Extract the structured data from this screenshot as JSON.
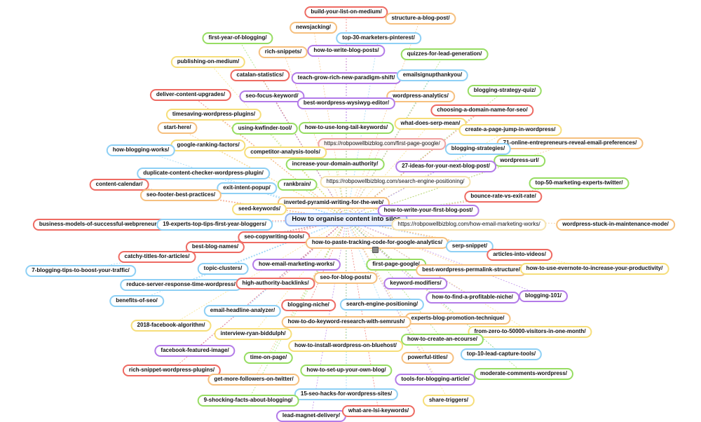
{
  "root": {
    "label": "How to organise content into silos"
  },
  "nodes": [
    {
      "label": "build-your-list-on-medium/",
      "color": "red"
    },
    {
      "label": "structure-a-blog-post/",
      "color": "orange"
    },
    {
      "label": "newsjacking/",
      "color": "orange"
    },
    {
      "label": "top-30-marketers-pinterest/",
      "color": "blue"
    },
    {
      "label": "first-year-of-blogging/",
      "color": "green"
    },
    {
      "label": "rich-snippets/",
      "color": "orange"
    },
    {
      "label": "how-to-write-blog-posts/",
      "color": "purple"
    },
    {
      "label": "quizzes-for-lead-generation/",
      "color": "green"
    },
    {
      "label": "publishing-on-medium/",
      "color": "yellow"
    },
    {
      "label": "catalan-statistics/",
      "color": "red"
    },
    {
      "label": "teach-grow-rich-new-paradigm-shift/",
      "color": "purple"
    },
    {
      "label": "emailsignupthankyou/",
      "color": "blue"
    },
    {
      "label": "deliver-content-upgrades/",
      "color": "red"
    },
    {
      "label": "seo-focus-keyword/",
      "color": "purple"
    },
    {
      "label": "wordpress-analytics/",
      "color": "orange"
    },
    {
      "label": "blogging-strategy-quiz/",
      "color": "green"
    },
    {
      "label": "best-wordpress-wysiwyg-editor/",
      "color": "purple"
    },
    {
      "label": "choosing-a-domain-name-for-seo/",
      "color": "red"
    },
    {
      "label": "timesaving-wordpress-plugins/",
      "color": "yellow"
    },
    {
      "label": "what-does-serp-mean/",
      "color": "yellow"
    },
    {
      "label": "start-here/",
      "color": "orange"
    },
    {
      "label": "using-kwfinder-tool/",
      "color": "green"
    },
    {
      "label": "how-to-use-long-tail-keywords/",
      "color": "green"
    },
    {
      "label": "create-a-page-jump-in-wordpress/",
      "color": "yellow"
    },
    {
      "label": "google-ranking-factors/",
      "color": "yellow"
    },
    {
      "label": "https://robpowellbizblog.com/first-page-google/",
      "color": "pink"
    },
    {
      "label": "71-online-entrepreneurs-reveal-email-preferences/",
      "color": "orange"
    },
    {
      "label": "how-blogging-works/",
      "color": "blue"
    },
    {
      "label": "competitor-analysis-tools/",
      "color": "yellow"
    },
    {
      "label": "blogging-strategies/",
      "color": "blue"
    },
    {
      "label": "wordpress-url/",
      "color": "green"
    },
    {
      "label": "increase-your-domain-authority/",
      "color": "green"
    },
    {
      "label": "27-ideas-for-your-next-blog-post/",
      "color": "purple"
    },
    {
      "label": "duplicate-content-checker-wordpress-plugin/",
      "color": "blue"
    },
    {
      "label": "content-calendar/",
      "color": "red"
    },
    {
      "label": "rankbrain/",
      "color": "green"
    },
    {
      "label": "https://robpowellbizblog.com/search-engine-positioning/",
      "color": "tan"
    },
    {
      "label": "top-50-marketing-experts-twitter/",
      "color": "green"
    },
    {
      "label": "exit-intent-popup/",
      "color": "blue"
    },
    {
      "label": "seo-footer-best-practices/",
      "color": "orange"
    },
    {
      "label": "bounce-rate-vs-exit-rate/",
      "color": "red"
    },
    {
      "label": "inverted-pyramid-writing-for-the-web/",
      "color": "orange"
    },
    {
      "label": "seed-keywords/",
      "color": "yellow"
    },
    {
      "label": "how-to-write-your-first-blog-post/",
      "color": "purple"
    },
    {
      "label": "business-models-of-successful-webpreneurs/",
      "color": "red"
    },
    {
      "label": "19-experts-top-tips-first-year-bloggers/",
      "color": "blue"
    },
    {
      "label": "https://robpowellbizblog.com/how-email-marketing-works/",
      "color": "tan"
    },
    {
      "label": "wordpress-stuck-in-maintenance-mode/",
      "color": "orange"
    },
    {
      "label": "seo-copywriting-tools/",
      "color": "red"
    },
    {
      "label": "how-to-paste-tracking-code-for-google-analytics/",
      "color": "orange"
    },
    {
      "label": "best-blog-names/",
      "color": "red"
    },
    {
      "label": "serp-snippet/",
      "color": "blue"
    },
    {
      "label": "catchy-titles-for-articles/",
      "color": "red"
    },
    {
      "label": "articles-into-videos/",
      "color": "red"
    },
    {
      "label": "how-email-marketing-works/",
      "color": "purple"
    },
    {
      "label": "first-page-google/",
      "color": "green"
    },
    {
      "label": "7-blogging-tips-to-boost-your-traffic/",
      "color": "blue"
    },
    {
      "label": "topic-clusters/",
      "color": "blue"
    },
    {
      "label": "best-wordpress-permalink-structure/",
      "color": "orange"
    },
    {
      "label": "how-to-use-evernote-to-increase-your-productivity/",
      "color": "yellow"
    },
    {
      "label": "seo-for-blog-posts/",
      "color": "orange"
    },
    {
      "label": "reduce-server-response-time-wordpress/",
      "color": "blue"
    },
    {
      "label": "high-authority-backlinks/",
      "color": "red"
    },
    {
      "label": "keyword-modifiers/",
      "color": "purple"
    },
    {
      "label": "blogging-101/",
      "color": "purple"
    },
    {
      "label": "how-to-find-a-profitable-niche/",
      "color": "purple"
    },
    {
      "label": "benefits-of-seo/",
      "color": "blue"
    },
    {
      "label": "blogging-niche/",
      "color": "red"
    },
    {
      "label": "search-engine-positioning/",
      "color": "blue"
    },
    {
      "label": "email-headline-analyzer/",
      "color": "blue"
    },
    {
      "label": "experts-blog-promotion-technique/",
      "color": "orange"
    },
    {
      "label": "how-to-do-keyword-research-with-semrush/",
      "color": "orange"
    },
    {
      "label": "2018-facebook-algorithm/",
      "color": "yellow"
    },
    {
      "label": "interview-ryan-biddulph/",
      "color": "yellow"
    },
    {
      "label": "from-zero-to-50000-visitors-in-one-month/",
      "color": "yellow"
    },
    {
      "label": "how-to-create-an-ecourse/",
      "color": "green"
    },
    {
      "label": "how-to-install-wordpress-on-bluehost/",
      "color": "yellow"
    },
    {
      "label": "facebook-featured-image/",
      "color": "purple"
    },
    {
      "label": "top-10-lead-capture-tools/",
      "color": "blue"
    },
    {
      "label": "time-on-page/",
      "color": "green"
    },
    {
      "label": "powerful-titles/",
      "color": "orange"
    },
    {
      "label": "rich-snippet-wordpress-plugins/",
      "color": "red"
    },
    {
      "label": "how-to-set-up-your-own-blog/",
      "color": "green"
    },
    {
      "label": "moderate-comments-wordpress/",
      "color": "green"
    },
    {
      "label": "get-more-followers-on-twitter/",
      "color": "orange"
    },
    {
      "label": "tools-for-blogging-article/",
      "color": "purple"
    },
    {
      "label": "15-seo-hacks-for-wordpress-sites/",
      "color": "blue"
    },
    {
      "label": "9-shocking-facts-about-blogging/",
      "color": "green"
    },
    {
      "label": "share-triggers/",
      "color": "yellow"
    },
    {
      "label": "lead-magnet-delivery/",
      "color": "purple"
    },
    {
      "label": "what-are-lsi-keywords/",
      "color": "red"
    }
  ],
  "colors": {
    "red": "#ee6b63",
    "orange": "#f6c07f",
    "yellow": "#f6de7a",
    "green": "#97dd63",
    "blue": "#8ed0f5",
    "purple": "#b37be8",
    "tan": "#f5e3b0",
    "pink": "#f0a3a3"
  },
  "icons": {
    "bookmark": "bookmark-icon"
  }
}
